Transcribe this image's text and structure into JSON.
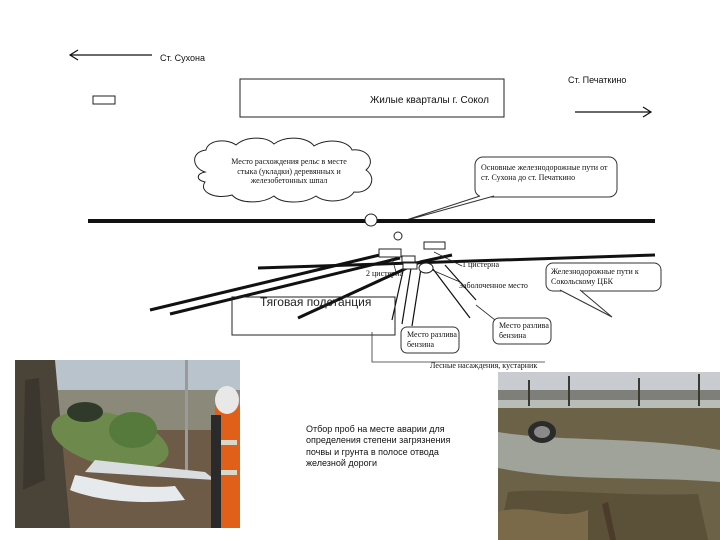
{
  "stations": {
    "sukhona": "Ст. Сухона",
    "pechatkino": "Ст. Печаткино"
  },
  "residential": "Жилые кварталы г. Сокол",
  "substation": "Тяговая подстанция",
  "cloud_note": "Место расхождения рельс в месте стыка (укладки) деревянных и железобетонных шпал",
  "main_tracks_note": "Основные железнодорожные пути от ст. Сухона до ст. Печаткино",
  "tank1": "1 цистерна",
  "tank2": "2 цистерна",
  "swamp": "Заболоченное место",
  "branch_note": "Железнодорожные пути к Сокольскому ЦБК",
  "spill1": "Место разлива бензина",
  "spill2": "Место разлива бензина",
  "forest": "Лесные насаждения, кустарник",
  "sampling_note": "Отбор проб на месте аварии для определения степени загрязнения почвы и грунта в полосе отвода железной дороги"
}
